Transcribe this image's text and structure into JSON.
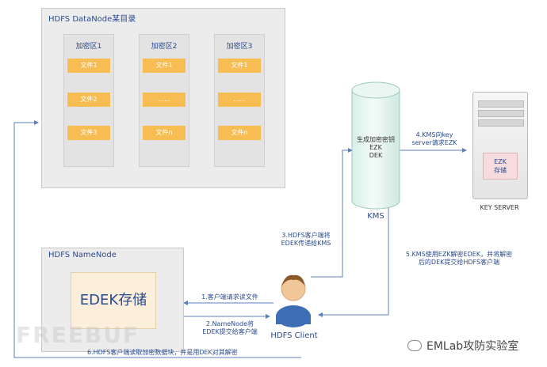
{
  "datanode": {
    "title": "HDFS DataNode某目录",
    "zones": [
      {
        "label": "加密区1",
        "files": [
          "文件1",
          "文件2",
          "文件3"
        ]
      },
      {
        "label": "加密区2",
        "files": [
          "文件1",
          "......",
          "文件n"
        ]
      },
      {
        "label": "加密区3",
        "files": [
          "文件1",
          "......",
          "文件n"
        ]
      }
    ]
  },
  "namenode": {
    "title": "HDFS NameNode",
    "edek": "EDEK存储"
  },
  "kms": {
    "inner": [
      "生成加密密钥",
      "EZK",
      "DEK"
    ],
    "label": "KMS"
  },
  "keyserver": {
    "inner": [
      "EZK",
      "存储"
    ],
    "label": "KEY SERVER"
  },
  "client": {
    "label": "HDFS Client"
  },
  "steps": {
    "s1": "1.客户端请求读文件",
    "s2": [
      "2.NameNode将",
      "EDEK提交给客户端"
    ],
    "s3": [
      "3.HDFS客户端将",
      "EDEK传递给KMS"
    ],
    "s4": [
      "4.KMS向key",
      "server请求EZK"
    ],
    "s5": [
      "5.KMS使用EZK解密EDEK，并将解密",
      "后的DEK提交给HDFS客户端"
    ],
    "s6": "6.HDFS客户端读取加密数据块，并是用DEK对其解密"
  },
  "watermark": {
    "left": "FREEBUF",
    "brand": "EMLab攻防实验室"
  },
  "colors": {
    "file": "#f7bd52",
    "arrow": "#5b7fb8",
    "text_blue": "#2a4b8d",
    "edek_bg": "#fbeedb"
  }
}
